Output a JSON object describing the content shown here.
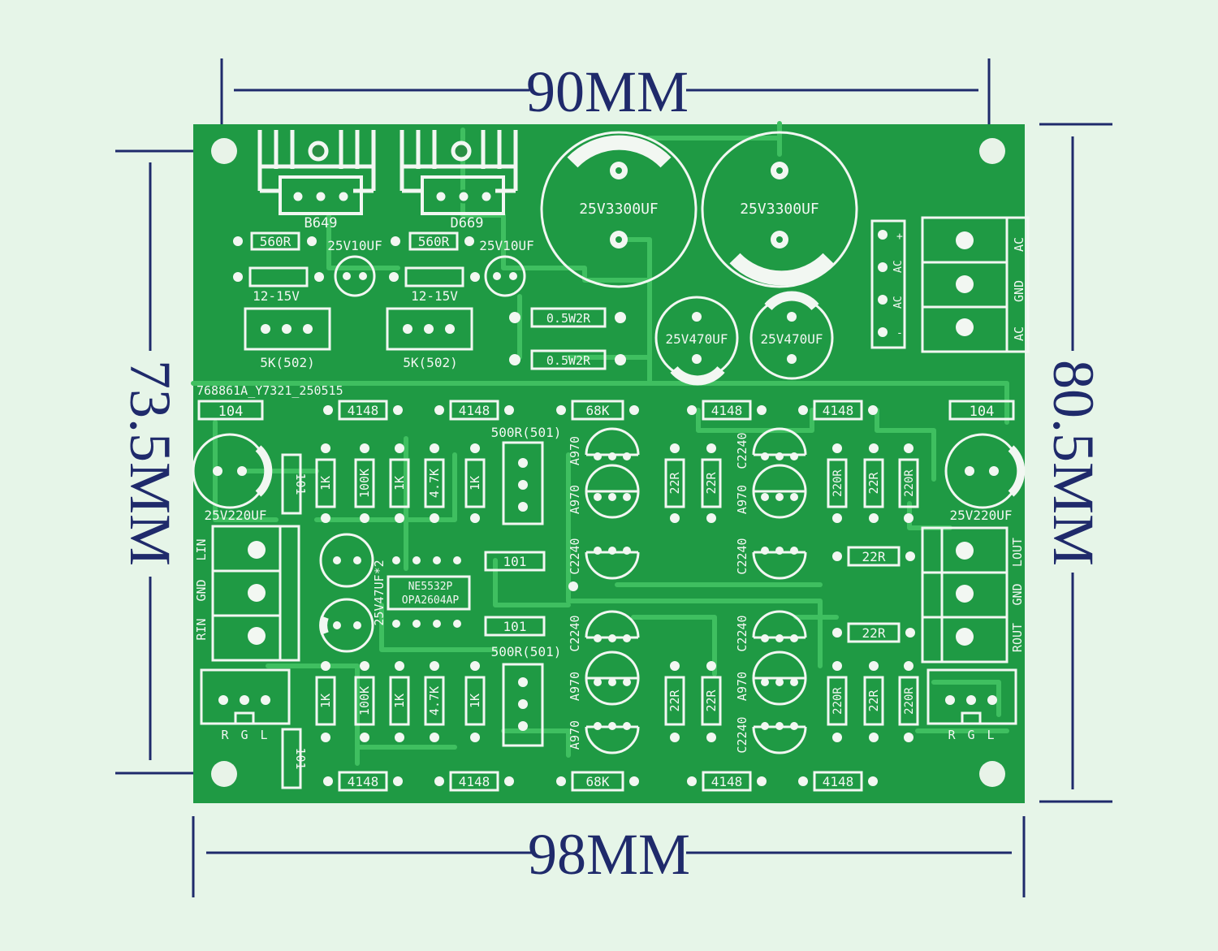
{
  "dimensions": {
    "top_width": "90MM",
    "bottom_width": "98MM",
    "left_height": "73.5MM",
    "right_height": "80.5MM"
  },
  "colors": {
    "background": "#e6f5e8",
    "pcb": "#1f9a44",
    "trace": "#3fbf60",
    "silkscreen": "#f2f7f2",
    "dimension_lines": "#1f2a6b"
  },
  "board": {
    "serial": "768861A_Y7321_250515",
    "transistors": {
      "left": "B649",
      "right": "D669"
    },
    "main_caps": {
      "left": "25V3300UF",
      "right": "25V3300UF"
    },
    "mid_caps": {
      "left": "25V470UF",
      "right": "25V470UF"
    },
    "small_caps": {
      "left": "25V10UF",
      "right": "25V10UF"
    },
    "zener": "12-15V",
    "trimmers": {
      "top": "5K(502)",
      "mid": "500R(501)"
    },
    "power_resistor": "0.5W2R",
    "resistors": {
      "r560": "560R",
      "r1k": "1K",
      "r100k": "100K",
      "r47k": "4.7K",
      "r68k": "68K",
      "r22": "22R",
      "r220": "220R"
    },
    "diode": "4148",
    "cap104": "104",
    "cap101": "101",
    "coupling_cap": "25V220UF",
    "opamp_cap": "25V47UF*2",
    "opamp": {
      "line1": "NE5532P",
      "line2": "OPA2604AP"
    },
    "transistor_pairs": {
      "pnp": "A970",
      "npn": "C2240"
    },
    "power_terminals": [
      "AC",
      "GND",
      "AC"
    ],
    "power_header": [
      "+",
      "AC",
      "AC",
      "-"
    ],
    "input_terminals": [
      "RIN",
      "GND",
      "LIN"
    ],
    "output_terminals": [
      "ROUT",
      "GND",
      "LOUT"
    ],
    "rgl": [
      "R",
      "G",
      "L"
    ]
  }
}
